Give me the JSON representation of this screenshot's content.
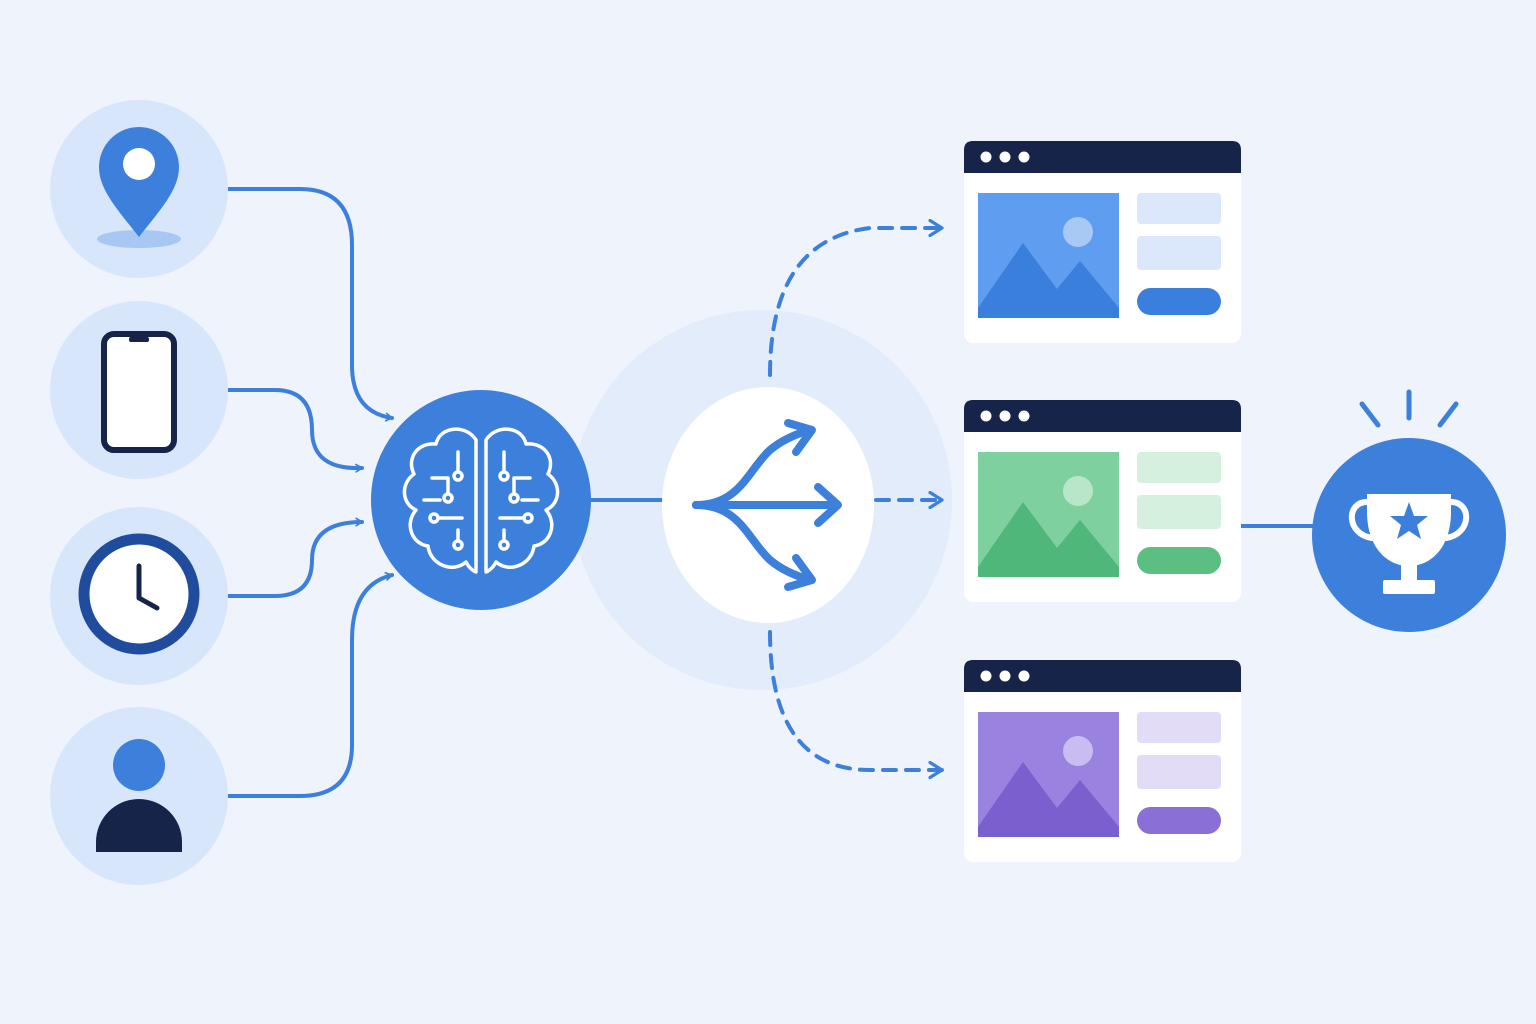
{
  "colors": {
    "background": "#eef3fc",
    "primary_blue": "#3d80dc",
    "navy": "#16244a",
    "input_circle": "#d8e6fb",
    "halo": "#e3ecfa",
    "card_bg": "#ffffff",
    "card_titlebar": "#16244a"
  },
  "inputs": [
    {
      "icon": "location-pin-icon"
    },
    {
      "icon": "smartphone-icon"
    },
    {
      "icon": "clock-icon"
    },
    {
      "icon": "user-icon"
    }
  ],
  "processor": {
    "icon": "brain-circuit-icon"
  },
  "router": {
    "icon": "split-arrows-icon"
  },
  "variants": [
    {
      "name": "blue",
      "image_bg": "#5e9df0",
      "mountain": "#3a7fdc",
      "sun": "#a9c9f5",
      "line": "#dbe7fb",
      "button": "#3a7fdc"
    },
    {
      "name": "green",
      "image_bg": "#7fd09f",
      "mountain": "#4fb779",
      "sun": "#b9e6c9",
      "line": "#d5f0df",
      "button": "#5cbf82"
    },
    {
      "name": "purple",
      "image_bg": "#9a82e0",
      "mountain": "#7a5fcf",
      "sun": "#c9bcf0",
      "line": "#e2dcf6",
      "button": "#8a6fd6"
    }
  ],
  "winner": {
    "icon": "trophy-star-icon"
  }
}
